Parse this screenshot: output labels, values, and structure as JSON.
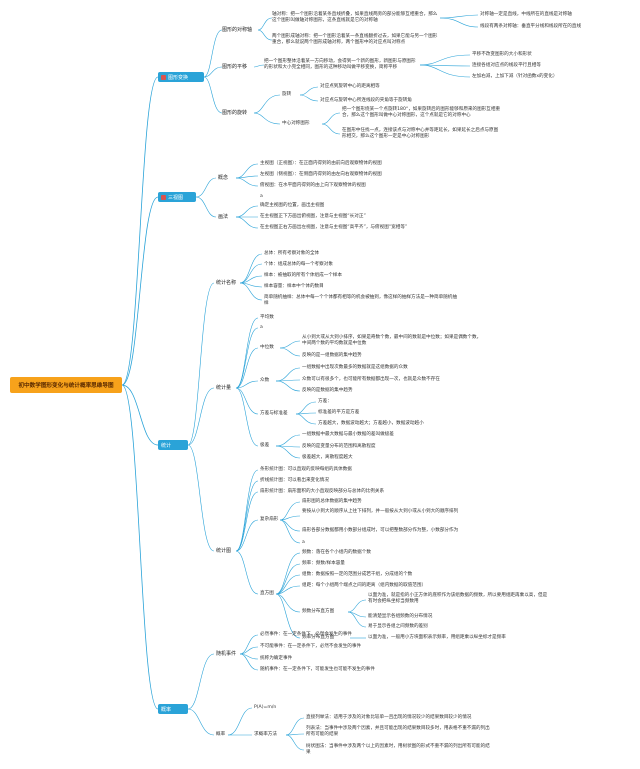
{
  "root": "初中数学图形变化与统计概率思维导图",
  "sections": {
    "transform": "图形变换",
    "views": "三视图",
    "stats": "统计",
    "prob": "概率"
  },
  "transform": {
    "sym": "图形的对称轴",
    "sym_t1": "轴对称：把一个图形沿着某条直线折叠，如果直线两旁的部分能够互相重合，那么这个图形叫做轴对称图形，这条直线就是它的对称轴",
    "sym_t2": "两个图形成轴对称：把一个图形沿着某一条直线翻折过去，如果它能与另一个图形重合，那么就说两个图形成轴对称，两个图形中的对应点叫对称点",
    "sym_p1": "对称轴一定是直线，中线所在的直线是对称轴",
    "sym_p2": "线段有两条对称轴：垂直平分线和线段所在的直线",
    "trans": "图形的平移",
    "trans_t": "把一个图形整体沿着某一方向移动，会得到一个新的图形，新图形与原图形的形状和大小完全相同，图形的这种移动叫做平移变换，简称平移",
    "trans_p1": "平移不改变图形的大小和形状",
    "trans_p2": "连接各组对应点的线段平行且相等",
    "trans_p3": "左加右减，上加下减（针对函数x的变化）",
    "rot": "图形的旋转",
    "rot_a": "旋转",
    "rot_a1": "对应点到旋转中心的距离相等",
    "rot_a2": "对应点与旋转中心所连线段的夹角等于旋转角",
    "rot_b": "中心对称图形",
    "rot_b1": "把一个图形绕某一个点旋转180°，如果旋转后的图形能够和原来的图形互相重合，那么这个图形叫做中心对称图形，这个点就是它的对称中心",
    "rot_b2": "在图形中任找一点，连接该点与对称中心并等距延长，如果延长之后点与原图形相交，那么这个图形一定是中心对称图形"
  },
  "views": {
    "concept": "概念",
    "c1": "主视图（正视图）：在正面内得到的由前向后观察物体的视图",
    "c2": "左视图（侧视图）：在侧面内得到的由左向右观察物体的视图",
    "c3": "俯视图：在水平面内得到的由上向下观察物体的视图",
    "a": "a",
    "draw": "画法",
    "d1": "确定主视图的位置，画出主视图",
    "d2": "在主视图正下方画出俯视图，注意与主视图“长对正”",
    "d3": "在主视图正右方画出左视图，注意与主视图“高平齐”，与俯视图“宽相等”"
  },
  "stats": {
    "names": "统计名称",
    "n1": "总体：所有考察对象的全体",
    "n2": "个体：组成总体的每一个考察对象",
    "n3": "样本：被抽取的所有个体组成一个样本",
    "n4": "样本容量：样本中个体的数目",
    "n5": "简单随机抽样：总体中每一个个体都有相等的机会被抽到，像这样的抽样方法是一种简单随机抽样",
    "qty": "统计量",
    "mean": "平均数",
    "a1": "a",
    "median": "中位数",
    "m1": "从小到大或从大到小排序，如果是奇数个数，最中间的数就是中位数；如果是偶数个数，中间两个数的平均数就是中位数",
    "m2": "反映的是一组数据的集中趋势",
    "mode": "众数",
    "o1": "一组数据中出现次数最多的数据就是这组数据的众数",
    "o2": "众数可以有很多个，也可能所有数据都出现一次，也就是众数不存在",
    "o3": "反映的是数据的集中趋势",
    "var": "方差与标准差",
    "v1": "方差：",
    "v2": "标准差的平方是方差",
    "v3": "方差越大，数据波动越大；方差越小，数据波动越小",
    "range": "极差",
    "r1": "一组数据中最大数据与最小数据的差叫做极差",
    "r2": "反映的是变量分布的范围和离散程度",
    "r3": "极差越大，离散程度越大",
    "charts": "统计图",
    "g1": "条形统计图：可以直观的反映每组的具体数据",
    "g2": "折线统计图：可以看出来变化情况",
    "g3": "扇形统计图：扇形面积的大小直观反映部分与总体的比例关系",
    "fan": "复杂扇形",
    "f1": "扇形图的总体数据的集中趋势",
    "f2": "要按从小到大的顺序从上往下排列，并一般按从大到小或从小到大的顺序排列",
    "f3": "扇形各部分数据都用小数部分组成时，可以把整数部分作为整，小数部分作为",
    "a2": "a",
    "hist": "直方图",
    "h1": "频数：落在各个小组内的数据个数",
    "h2": "频率：频数/样本容量",
    "h3": "组数：数据按照一定的范围分成若干组，分成组的个数",
    "h4": "组距：每个小组两个端点之间的距离（组内数据的取值范围）",
    "fdist": "频数分布直方图",
    "fd1": "以面为准，就是指的小正方体的底积作为该组数据的频数，所以要用组距再乘以高，但是有时会把纵坐标当频数用",
    "fd2": "能清楚显示各组频数的分布情况",
    "fd3": "易于显示各组之间频数的差别",
    "rdist": "频率分布直方图",
    "rd1": "以面为准，一般用小方块面积表示频率，用组距乘以纵坐标才是频率"
  },
  "prob": {
    "events": "随机事件",
    "e1": "必然事件：在一定条件下，必然会发生的事件",
    "e2": "不可能事件：在一定条件下，必然不会发生的事件",
    "e3": "统称为确定事件",
    "e4": "随机事件：在一定条件下，可能发生也可能不发生的事件",
    "formula": "P(A)=m/n",
    "method": "求概率方法",
    "p1": "直接列举法：适用于涉及的对象比较单一且出现的情况较少的结果数目较少的情况",
    "p2": "列表法：当事件中涉及两个因素，并且可能出现的结果数目较多时，用表格不重不漏的列出所有可能的结果",
    "p3": "树状图法：当事件中涉及两个以上的因素时，用树状图的形式不重不漏的列出所有可能的结果"
  }
}
